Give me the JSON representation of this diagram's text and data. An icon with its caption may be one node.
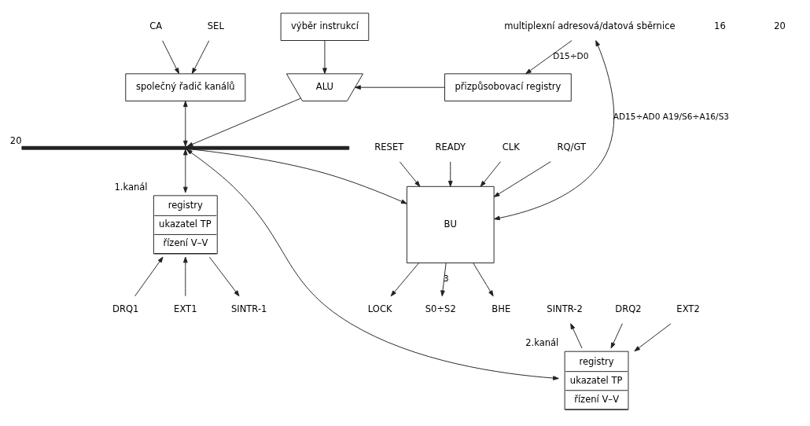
{
  "diagram": {
    "nodes": [
      {
        "text": [
          "CA"
        ]
      },
      {
        "text": [
          "SEL"
        ]
      },
      {
        "text": [
          "společný řadič kanálů"
        ]
      },
      {
        "text": [
          "ALU"
        ]
      },
      {
        "text": [
          "přizpůsobovací registry"
        ]
      },
      {
        "text": [
          "výběr instrukcí"
        ]
      },
      {
        "text": [],
        "shape": "bar",
        "beside": [
          "20"
        ]
      },
      {
        "text": [
          "registry",
          "ukazatel TP",
          "řízení V–V"
        ],
        "beside": [
          "1.kanál"
        ]
      },
      {
        "text": [
          "registry",
          "ukazatel TP",
          "řízení V–V"
        ],
        "beside": [
          "2.kanál"
        ]
      },
      {
        "text": [
          "BU"
        ]
      },
      {
        "text": [
          "multiplexní adresová/datová sběrnice"
        ]
      },
      {
        "text": [
          "DRQ1"
        ]
      },
      {
        "text": [
          "EXT1"
        ]
      },
      {
        "text": [
          "SINTR-1"
        ]
      },
      {
        "text": [
          "DRQ2"
        ]
      },
      {
        "text": [
          "EXT2"
        ]
      },
      {
        "text": [
          "SINTR-2"
        ]
      },
      {
        "text": [
          "BHE"
        ]
      },
      {
        "text": [
          "RESET"
        ]
      },
      {
        "text": [
          "LOCK"
        ]
      },
      {
        "text": [
          "READY"
        ]
      },
      {
        "text": [
          "CLK"
        ]
      },
      {
        "text": [
          "RQ/GT"
        ]
      },
      {
        "text": [
          "S0÷S2"
        ]
      }
    ],
    "edges": [
      {
        "from": 0,
        "to": 2,
        "arrow": "to"
      },
      {
        "from": 1,
        "to": 2,
        "arrow": "to"
      },
      {
        "from": 2,
        "to": 6,
        "arrow": "both"
      },
      {
        "from": 4,
        "to": 3,
        "arrow": "to"
      },
      {
        "from": 5,
        "to": 3,
        "arrow": "to"
      },
      {
        "from": 3,
        "to": 6,
        "arrow": "to"
      },
      {
        "from": 6,
        "to": 7,
        "arrow": "both"
      },
      {
        "from": 6,
        "to": 8,
        "arrow": "both"
      },
      {
        "from": 6,
        "to": 9,
        "arrow": "to"
      },
      {
        "from": 10,
        "to": 4,
        "arrow": "to",
        "label": "D15÷D0"
      },
      {
        "from": 10,
        "to": 9,
        "arrow": "both",
        "label": "AD15÷AD0 A19/S6÷A16/S3"
      },
      {
        "from": 11,
        "to": 7,
        "arrow": "to"
      },
      {
        "from": 12,
        "to": 7,
        "arrow": "to"
      },
      {
        "from": 7,
        "to": 13,
        "arrow": "to"
      },
      {
        "from": 14,
        "to": 8,
        "arrow": "to"
      },
      {
        "from": 15,
        "to": 8,
        "arrow": "to"
      },
      {
        "from": 8,
        "to": 16,
        "arrow": "to"
      },
      {
        "from": 9,
        "to": 17,
        "arrow": "to"
      },
      {
        "from": 18,
        "to": 9,
        "arrow": "to"
      },
      {
        "from": 9,
        "to": 19,
        "arrow": "to"
      },
      {
        "from": 20,
        "to": 9,
        "arrow": "to"
      },
      {
        "from": 21,
        "to": 9,
        "arrow": "to"
      },
      {
        "from": 22,
        "to": 9,
        "arrow": "to"
      },
      {
        "from": 9,
        "to": 23,
        "arrow": "to",
        "label": "3"
      }
    ],
    "labels": [
      "16",
      "20"
    ]
  }
}
